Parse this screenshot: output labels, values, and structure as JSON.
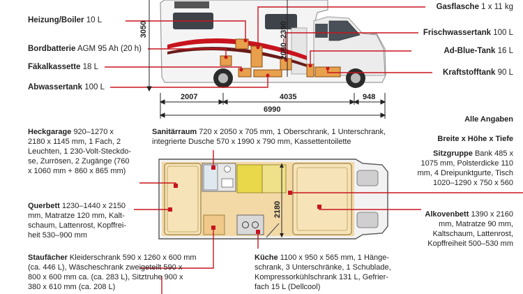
{
  "colors": {
    "line": "#c8141e",
    "floor": "#f3d9a6",
    "accent_yellow": "#e9d84a",
    "dark": "#222222"
  },
  "side_labels": {
    "heizung": {
      "name": "Heizung/Boiler",
      "value": "10 L"
    },
    "bordbatterie": {
      "name": "Bordbatterie",
      "value": "AGM 95 Ah (20 h)"
    },
    "faekal": {
      "name": "Fäkalkassette",
      "value": "18 L"
    },
    "abwasser": {
      "name": "Abwassertank",
      "value": "100 L"
    },
    "gas": {
      "name": "Gasflasche",
      "value": "1 x 11 kg"
    },
    "frischwasser": {
      "name": "Frischwassertank",
      "value": "100 L"
    },
    "adblue": {
      "name": "Ad-Blue-Tank",
      "value": "16 L"
    },
    "kraftstoff": {
      "name": "Kraftstofftank",
      "value": "90 L"
    }
  },
  "dimensions": {
    "height_total": "3050",
    "height_inner": "2080–2390",
    "rear_overhang": "2007",
    "wheelbase": "4035",
    "front_overhang": "948",
    "length": "6990",
    "floor_width": "2180"
  },
  "note": {
    "line1": "Alle Angaben",
    "line2": "Breite x Höhe x Tiefe"
  },
  "sections": {
    "heckgarage": {
      "title": "Heckgarage",
      "text": "920–1270 x\n2180 x 1145 mm, 1 Fach, 2\nLeuchten, 1 230-Volt-Steckdo-\nse, Zurrösen, 2 Zugänge (760\nx 1060 mm + 860 x 865 mm)"
    },
    "querbett": {
      "title": "Querbett",
      "text": "1230–1440 x 2150\nmm, Matratze 120 mm, Kalt-\nschaum, Lattenrost, Kopffrei-\nheit 530–900 mm"
    },
    "staufaecher": {
      "title": "Staufächer",
      "text": "Kleiderschrank 590 x 1260 x 600 mm\n(ca. 446 L), Wäscheschrank zweigeteilt 590 x\n800 x 600 mm ca. (ca. 283 L), Sitztruhe 900 x\n380 x 610 mm (ca. 208 L)"
    },
    "sanitaer": {
      "title": "Sanitärraum",
      "text": "720 x 2050 x 705 mm, 1 Oberschrank, 1 Unterschrank,\nintegrierte Dusche 570 x 1990 x 790 mm, Kassettentoilette"
    },
    "sitzgruppe": {
      "title": "Sitzgruppe",
      "text": "Bank 485 x\n1075 mm, Polsterdicke 110\nmm, 4 Dreipunktgurte, Tisch\n1020–1290 x 750 x 560"
    },
    "alkovenbett": {
      "title": "Alkovenbett",
      "text": "1390 x 2160\nmm, Matratze 90 mm,\nKaltschaum, Lattenrost,\nKopffreiheit 500–530 mm"
    },
    "kueche": {
      "title": "Küche",
      "text": "1100 x 950 x 565 mm, 1 Hänge-\nschrank, 3 Unterschränke, 1 Schublade,\nKompressorkühlschrank 131 L, Gefrier-\nfach 15 L (Dellcool)"
    }
  }
}
